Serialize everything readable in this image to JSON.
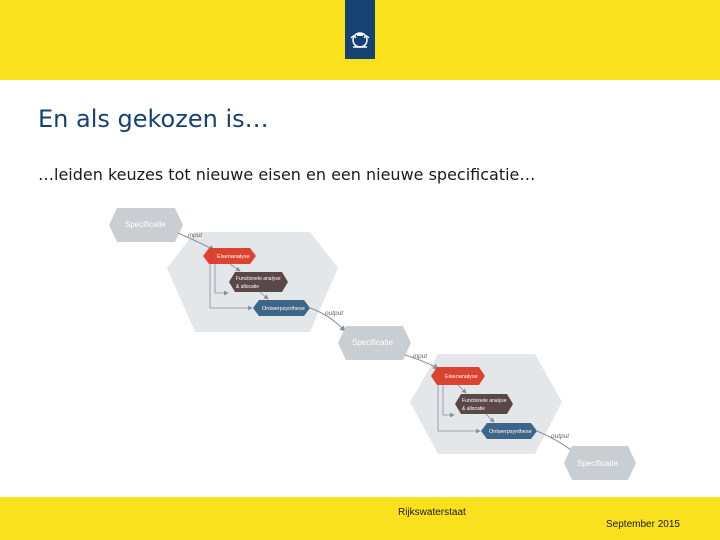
{
  "slide": {
    "title": "En als gekozen is…",
    "subtitle": "…leiden keuzes tot nieuwe eisen en een nieuwe specificatie…",
    "footer_org": "Rijkswaterstaat",
    "footer_date": "September 2015"
  },
  "diagram": {
    "spec_1": "Specificatie",
    "input_1": "input",
    "cycle_1": {
      "eisenanalyse": "Eisenanalyse",
      "functionele_analyse_line1": "Functionele analyse",
      "functionele_analyse_line2": "& allocatie",
      "ontwerpsynthese": "Ontwerpsynthese"
    },
    "output_1": "output",
    "spec_2": "Specificatie",
    "input_2": "input",
    "cycle_2": {
      "eisenanalyse": "Eisenanalyse",
      "functionele_analyse_line1": "Functionele analyse",
      "functionele_analyse_line2": "& allocatie",
      "ontwerpsynthese": "Ontwerpsynthese"
    },
    "output_2": "output",
    "spec_3": "Specificatie"
  },
  "colors": {
    "band_yellow": "#f9e11e",
    "title_blue": "#154273",
    "spec_gray": "#c9ced3",
    "cycle_gray": "#e4e7ea",
    "eisen_red": "#d9432f",
    "functioneel_brown": "#5a4747",
    "ontwerp_blue": "#3d6587"
  }
}
